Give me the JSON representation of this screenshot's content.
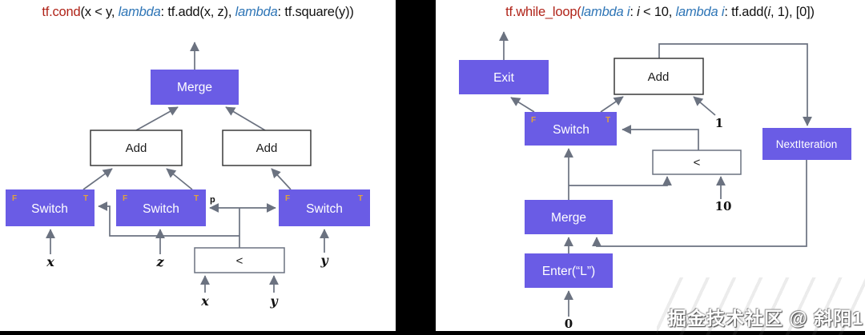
{
  "colors": {
    "node_fill": "#6A5CE5",
    "line": "#6B7280",
    "keyword_red": "#B02318",
    "lambda_blue": "#2E75B6",
    "port_label": "#E2A23C"
  },
  "left": {
    "title": {
      "fn": "tf.cond",
      "p1": "(x < y, ",
      "lam1": "lambda",
      "p2": ": tf.add(x, z), ",
      "lam2": "lambda",
      "p3": ": tf.square(y))"
    },
    "nodes": {
      "merge": "Merge",
      "add_true": "Add",
      "add_false": "Add",
      "switch_x": "Switch",
      "switch_z": "Switch",
      "switch_y": "Switch",
      "less": "<"
    },
    "ports": {
      "f": "F",
      "t": "T",
      "p": "p"
    },
    "labels": {
      "x_in": "x",
      "z_in": "z",
      "y_in": "y",
      "x_cmp": "x",
      "y_cmp": "y"
    }
  },
  "right": {
    "title": {
      "fn": "tf.while_loop(",
      "lam1": "lambda i",
      "c1": ": ",
      "i1": "i",
      "c2": " < 10, ",
      "lam2": "lambda i",
      "c3": ": tf.add(",
      "i2": "i",
      "c4": ", 1), [0])"
    },
    "nodes": {
      "exit": "Exit",
      "add": "Add",
      "switch": "Switch",
      "next_iteration": "NextIteration",
      "less": "<",
      "merge": "Merge",
      "enter": "Enter(“L”)"
    },
    "ports": {
      "f": "F",
      "t": "T"
    },
    "labels": {
      "one": "1",
      "ten": "10",
      "zero": "0"
    }
  },
  "watermark": "掘金技术社区 @ 斜阳1"
}
